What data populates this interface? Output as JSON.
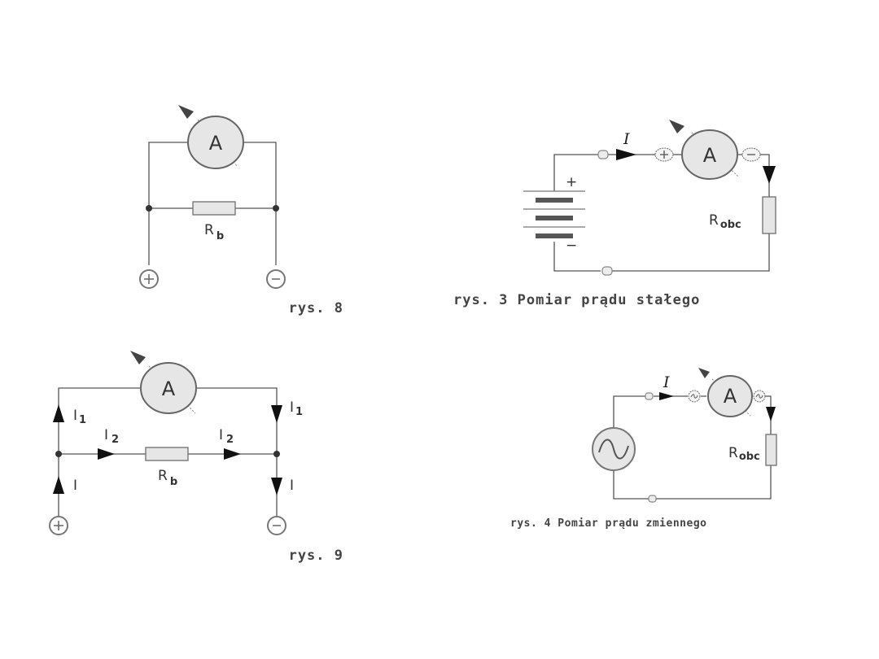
{
  "diagrams": {
    "rys8": {
      "caption": "rys. 8",
      "ammeter_label": "A",
      "resistor_label": "R",
      "resistor_sub": "b",
      "terminal_plus": "+",
      "terminal_minus": "−"
    },
    "rys3": {
      "caption": "rys. 3  Pomiar prądu stałego",
      "current_label": "I",
      "ammeter_label": "A",
      "ammeter_plus": "+",
      "ammeter_minus": "−",
      "battery_plus": "+",
      "battery_minus": "−",
      "resistor_label": "R",
      "resistor_sub": "obc"
    },
    "rys9": {
      "caption": "rys. 9",
      "ammeter_label": "A",
      "resistor_label": "R",
      "resistor_sub": "b",
      "current_total": "I",
      "current_1": "I",
      "current_1_sub": "1",
      "current_2": "I",
      "current_2_sub": "2",
      "terminal_plus": "+",
      "terminal_minus": "−"
    },
    "rys4": {
      "caption": "rys. 4  Pomiar prądu zmiennego",
      "current_label": "I",
      "ammeter_label": "A",
      "resistor_label": "R",
      "resistor_sub": "obc",
      "source_symbol": "~"
    }
  }
}
